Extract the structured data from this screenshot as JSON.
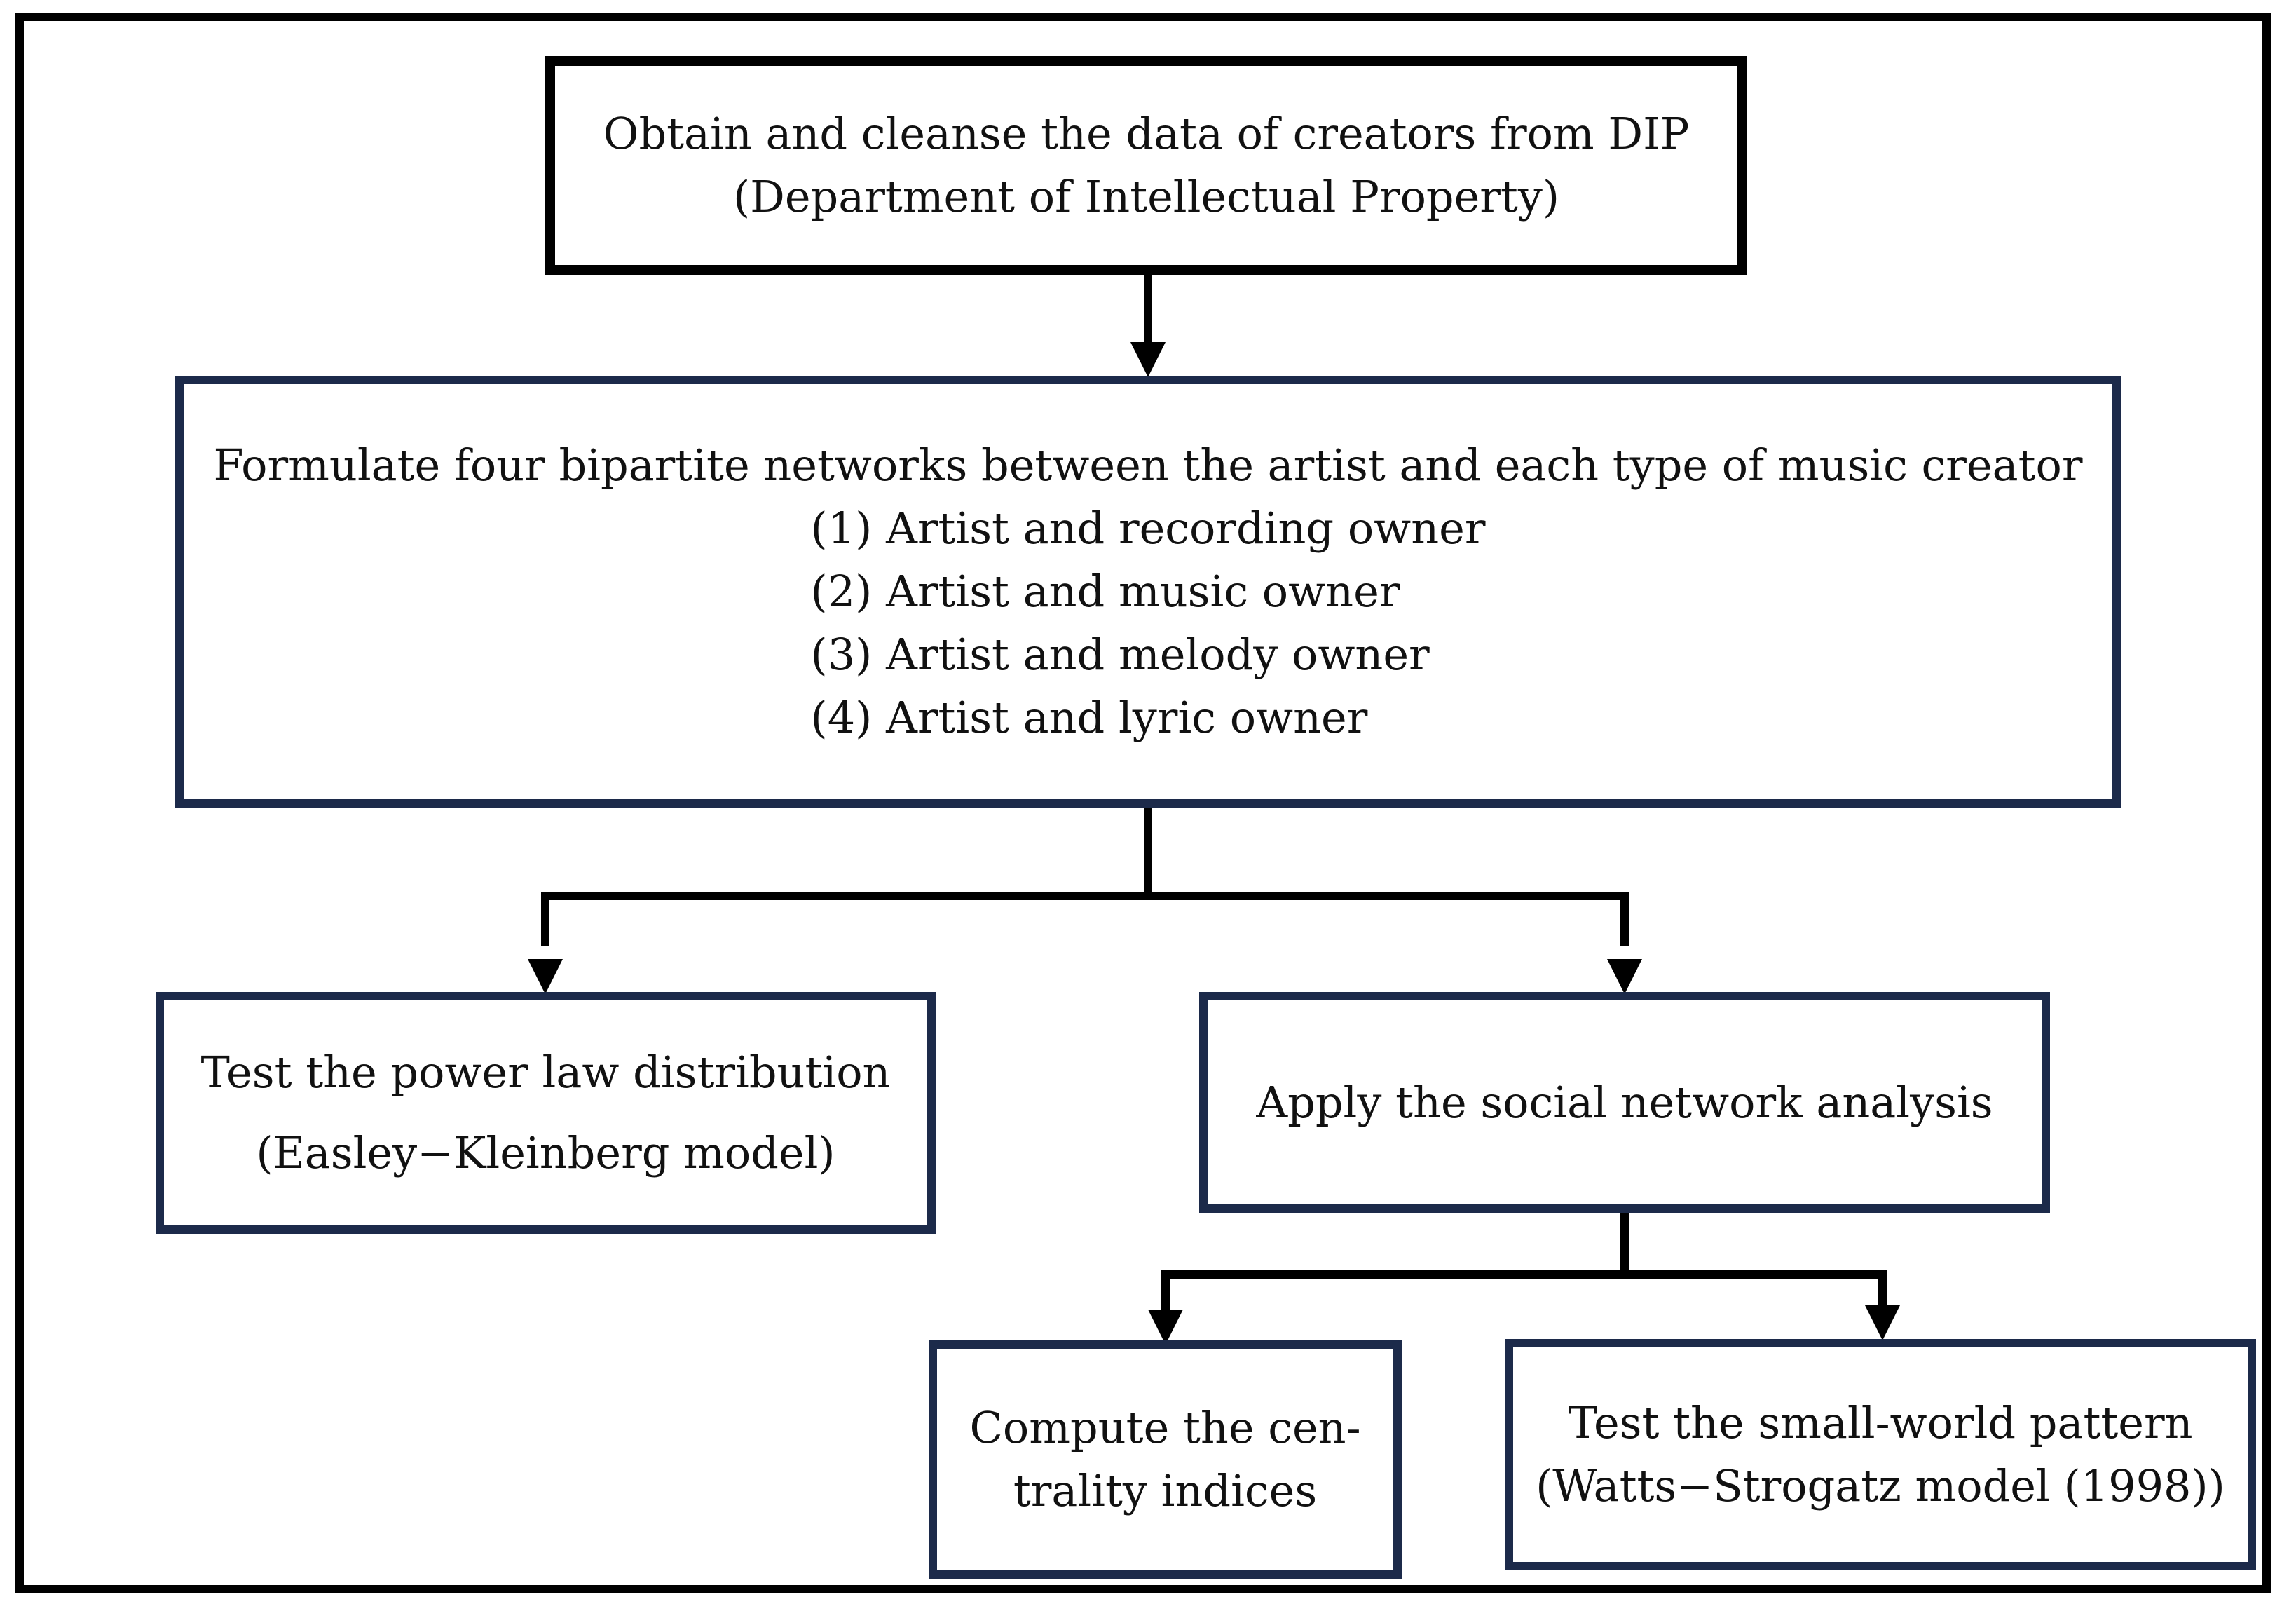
{
  "boxes": {
    "obtain": {
      "lines": [
        "Obtain and cleanse the data of creators from DIP",
        "(Department of Intellectual Property)"
      ]
    },
    "formulate": {
      "heading": "Formulate four bipartite networks between the artist and each type of music creator",
      "items": [
        "(1) Artist and recording owner",
        "(2) Artist and music owner",
        "(3) Artist and melody owner",
        "(4) Artist and lyric owner"
      ]
    },
    "power_law": {
      "lines": [
        "Test the power law distribution",
        "(Easley−Kleinberg model)"
      ]
    },
    "sna": {
      "lines": [
        "Apply the social network analysis"
      ]
    },
    "centrality": {
      "lines": [
        "Compute the cen-",
        "trality indices"
      ]
    },
    "small_world": {
      "lines": [
        "Test the small-world pattern",
        "(Watts−Strogatz model (1998))"
      ]
    }
  },
  "colors": {
    "black": "#000000",
    "navy": "#1c2a4a",
    "text": "#111111"
  }
}
